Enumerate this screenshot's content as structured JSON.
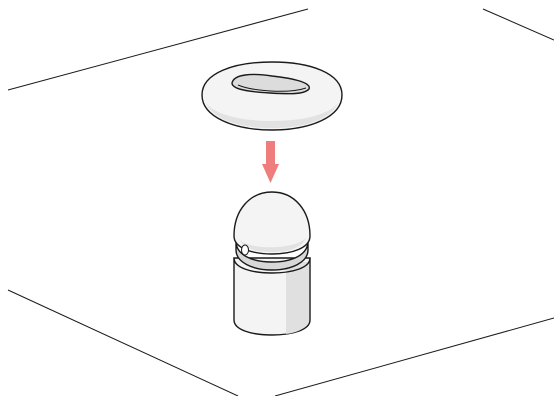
{
  "figure": {
    "description_text": "",
    "parts": {
      "surface": "work-surface",
      "ring": "o-ring",
      "arrow": "insertion-arrow",
      "peg": "peg-with-groove"
    },
    "colors": {
      "background": "#ffffff",
      "outline": "#1a1a1a",
      "shade_light": "#f4f4f4",
      "shade_mid": "#e2e2e2",
      "shade_dark": "#cfcfcf",
      "arrow": "#ef7d7d"
    }
  }
}
